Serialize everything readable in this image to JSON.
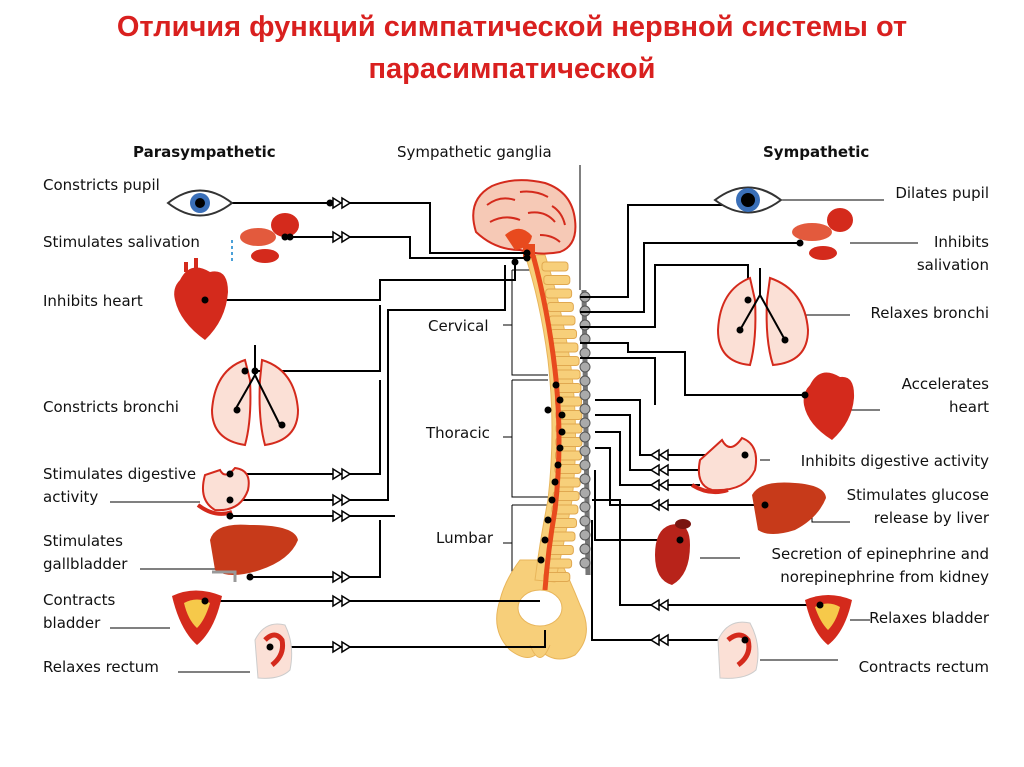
{
  "title": {
    "line1": "Отличия функций симпатической нервной системы от",
    "line2": "парасимпатической"
  },
  "headers": {
    "parasympathetic": "Parasympathetic",
    "ganglia": "Sympathetic ganglia",
    "sympathetic": "Sympathetic"
  },
  "spine_regions": {
    "cervical": "Cervical",
    "thoracic": "Thoracic",
    "lumbar": "Lumbar"
  },
  "parasympathetic_effects": [
    "Constricts pupil",
    "Stimulates salivation",
    "Inhibits heart",
    "Constricts bronchi",
    "Stimulates digestive",
    "activity",
    "Stimulates",
    "gallbladder",
    "Contracts",
    "bladder",
    "Relaxes rectum"
  ],
  "sympathetic_effects": [
    "Dilates pupil",
    "Inhibits",
    "salivation",
    "Relaxes bronchi",
    "Accelerates",
    "heart",
    "Inhibits digestive activity",
    "Stimulates glucose",
    "release by liver",
    "Secretion of epinephrine and",
    "norepinephrine from kidney",
    "Relaxes bladder",
    "Contracts rectum"
  ],
  "icons": {
    "eye": "eye-icon",
    "gland": "salivary-gland-icon",
    "heart": "heart-icon",
    "lungs": "lungs-icon",
    "stomach": "stomach-icon",
    "liver": "liver-icon",
    "bladder": "bladder-icon",
    "rectum": "rectum-icon",
    "kidney": "kidney-icon",
    "brain": "brain-icon",
    "spine": "spinal-cord-icon"
  },
  "colors": {
    "title": "#d9201f",
    "organ": "#d42a1c",
    "organ_light": "#f6b7a4",
    "spine": "#f7cf7a",
    "cord": "#e84a1e",
    "chain": "#aaaaaa"
  }
}
